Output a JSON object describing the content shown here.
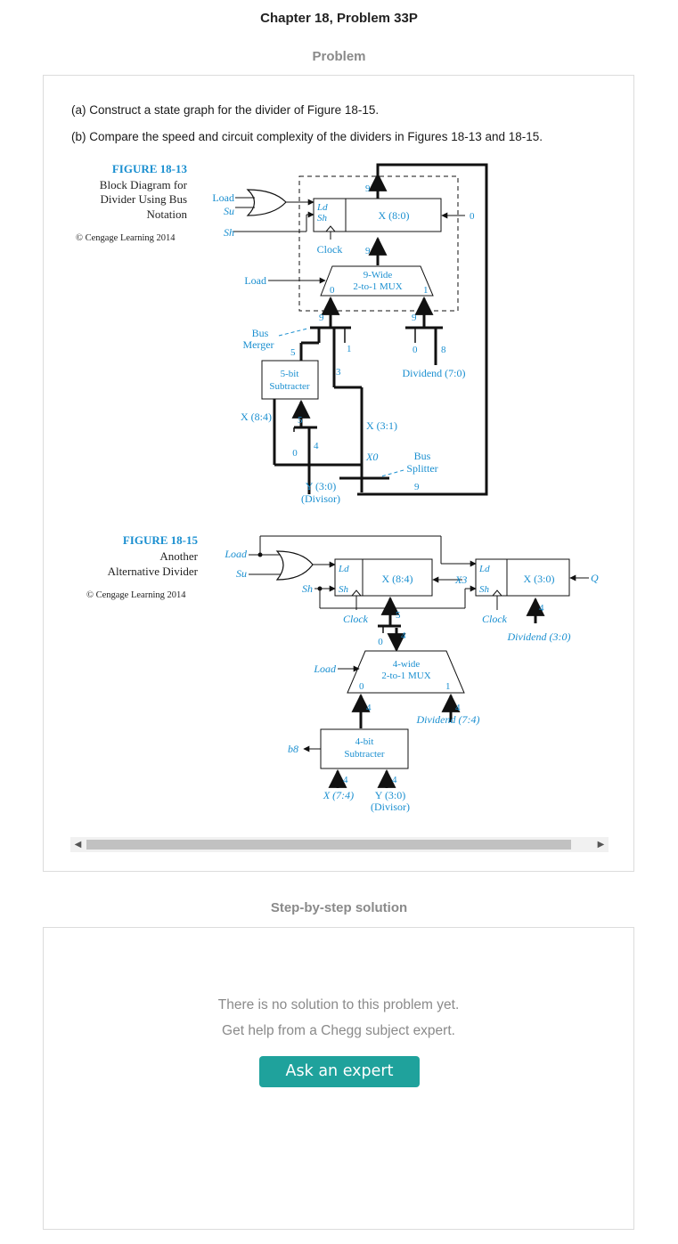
{
  "header": {
    "title": "Chapter 18, Problem 33P"
  },
  "problem": {
    "heading": "Problem",
    "part_a": "(a) Construct a state graph for the divider of Figure 18-15.",
    "part_b": "(b) Compare the speed and circuit complexity of the dividers in Figures 18-13 and 18-15."
  },
  "figure_13": {
    "label": "FIGURE 18-13",
    "caption_1": "Block Diagram for",
    "caption_2": "Divider Using Bus",
    "caption_3": "Notation",
    "copyright": "© Cengage Learning 2014",
    "load": "Load",
    "su": "Su",
    "sh": "Sh",
    "ld": "Ld",
    "sh_reg": "Sh",
    "x80": "X (8:0)",
    "zero_in": "0",
    "clock": "Clock",
    "nine_a": "9",
    "nine_b": "9",
    "mux_load": "Load",
    "mux_1": "9-Wide",
    "mux_2": "2-to-1 MUX",
    "mux_0": "0",
    "mux_sel1": "1",
    "nine_c": "9",
    "nine_d": "9",
    "bus": "Bus",
    "merger": "Merger",
    "five_a": "5",
    "one": "1",
    "zero_b": "0",
    "eight": "8",
    "sub_1": "5-bit",
    "sub_2": "Subtracter",
    "three": "3",
    "dividend": "Dividend (7:0)",
    "x84": "X (8:4)",
    "five_b": "5",
    "x31": "X (3:1)",
    "zero_c": "0",
    "four": "4",
    "x0": "X0",
    "bus2": "Bus",
    "splitter": "Splitter",
    "nine_e": "9",
    "y30": "Y (3:0)",
    "divisor": "(Divisor)"
  },
  "figure_15": {
    "label": "FIGURE 18-15",
    "caption_1": "Another",
    "caption_2": "Alternative Divider",
    "copyright": "© Cengage Learning 2014",
    "load": "Load",
    "su": "Su",
    "sh": "Sh",
    "ld_a": "Ld",
    "sh_a": "Sh",
    "x84": "X (8:4)",
    "x3": "X3",
    "ld_b": "Ld",
    "sh_b": "Sh",
    "x30": "X (3:0)",
    "q": "Q",
    "clock_a": "Clock",
    "clock_b": "Clock",
    "five": "5",
    "four_a": "4",
    "zero_a": "0",
    "four_b": "4",
    "dividend_30": "Dividend (3:0)",
    "mux_load": "Load",
    "mux_1": "4-wide",
    "mux_2": "2-to-1 MUX",
    "mux_0": "0",
    "mux_sel1": "1",
    "four_c": "4",
    "four_d": "4",
    "dividend_74": "Dividend (7:4)",
    "b8": "b8",
    "sub_1": "4-bit",
    "sub_2": "Subtracter",
    "four_e": "4",
    "four_f": "4",
    "x74": "X (7:4)",
    "y30": "Y (3:0)",
    "divisor": "(Divisor)"
  },
  "solution": {
    "heading": "Step-by-step solution",
    "line_1": "There is no solution to this problem yet.",
    "line_2": "Get help from a Chegg subject expert.",
    "button": "Ask an expert"
  },
  "colors": {
    "accent": "#1fa29c",
    "figure_blue": "#1a8fd0"
  },
  "icons": {
    "scroll_left": "chevron-left-icon",
    "scroll_right": "chevron-right-icon"
  }
}
